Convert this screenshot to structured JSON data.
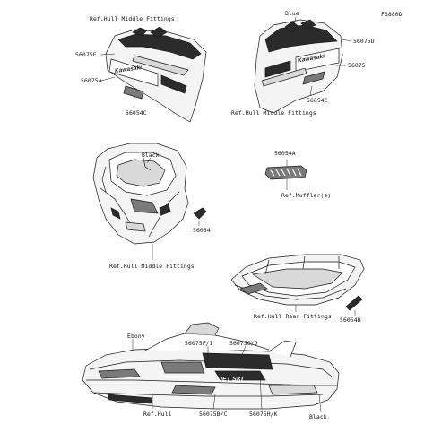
{
  "diagram_code": "F3880D",
  "callouts": {
    "ref_hull_middle_fittings_top": "Ref.Hull Middle Fittings",
    "p56075E": "56075E",
    "p56075A": "56075A",
    "p56054C_left": "56054C",
    "blue": "Blue",
    "p56075D": "56075D",
    "p56075": "56075",
    "p56054C_right": "56054C",
    "ref_hull_middle_fittings_right": "Ref.Hull Middle Fittings",
    "black_upper": "Black",
    "p56054": "56054",
    "ref_hull_middle_fittings_mid": "Ref.Hull Middle Fittings",
    "p56054A": "56054A",
    "ref_muffler": "Ref.Muffler(s)",
    "ref_hull_rear_fittings": "Ref.Hull Rear Fittings",
    "p56054B": "56054B",
    "ebony": "Ebony",
    "p56075F_I": "56075F/I",
    "p56075G_J": "56075G/J",
    "ref_hull": "Ref.Hull",
    "p56075B_C": "56075B/C",
    "p56075H_K": "56075H/K",
    "black_lower": "Black"
  },
  "logos": {
    "kawasaki_left": "Kawasaki",
    "kawasaki_right": "Kawasaki",
    "jetski": "JET SKI"
  },
  "colors": {
    "line": "#1a1a1a",
    "fill_dark": "#2b2b2b",
    "fill_mid": "#7a7a7a",
    "fill_light": "#d9d9d9"
  }
}
